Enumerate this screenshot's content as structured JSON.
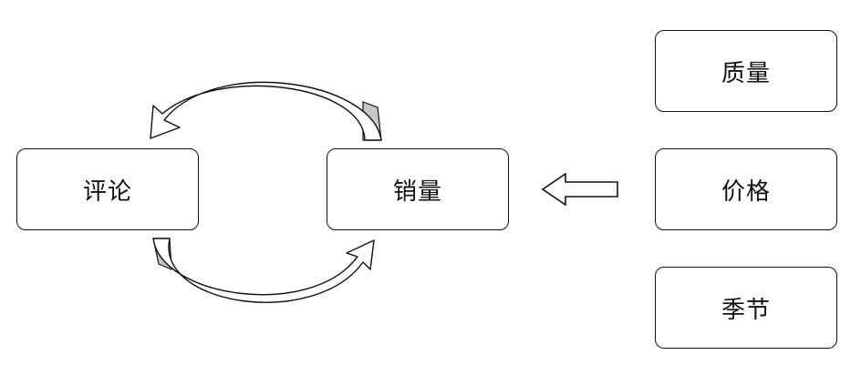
{
  "diagram": {
    "nodes": {
      "review": "评论",
      "sales": "销量",
      "quality": "质量",
      "price": "价格",
      "season": "季节"
    },
    "edges": [
      {
        "from": "sales",
        "to": "review"
      },
      {
        "from": "review",
        "to": "sales"
      },
      {
        "from": "price",
        "to": "sales"
      }
    ],
    "colors": {
      "border": "#111111",
      "arrow_fill": "#ffffff",
      "arrow_shade": "#c8c8c8"
    }
  }
}
